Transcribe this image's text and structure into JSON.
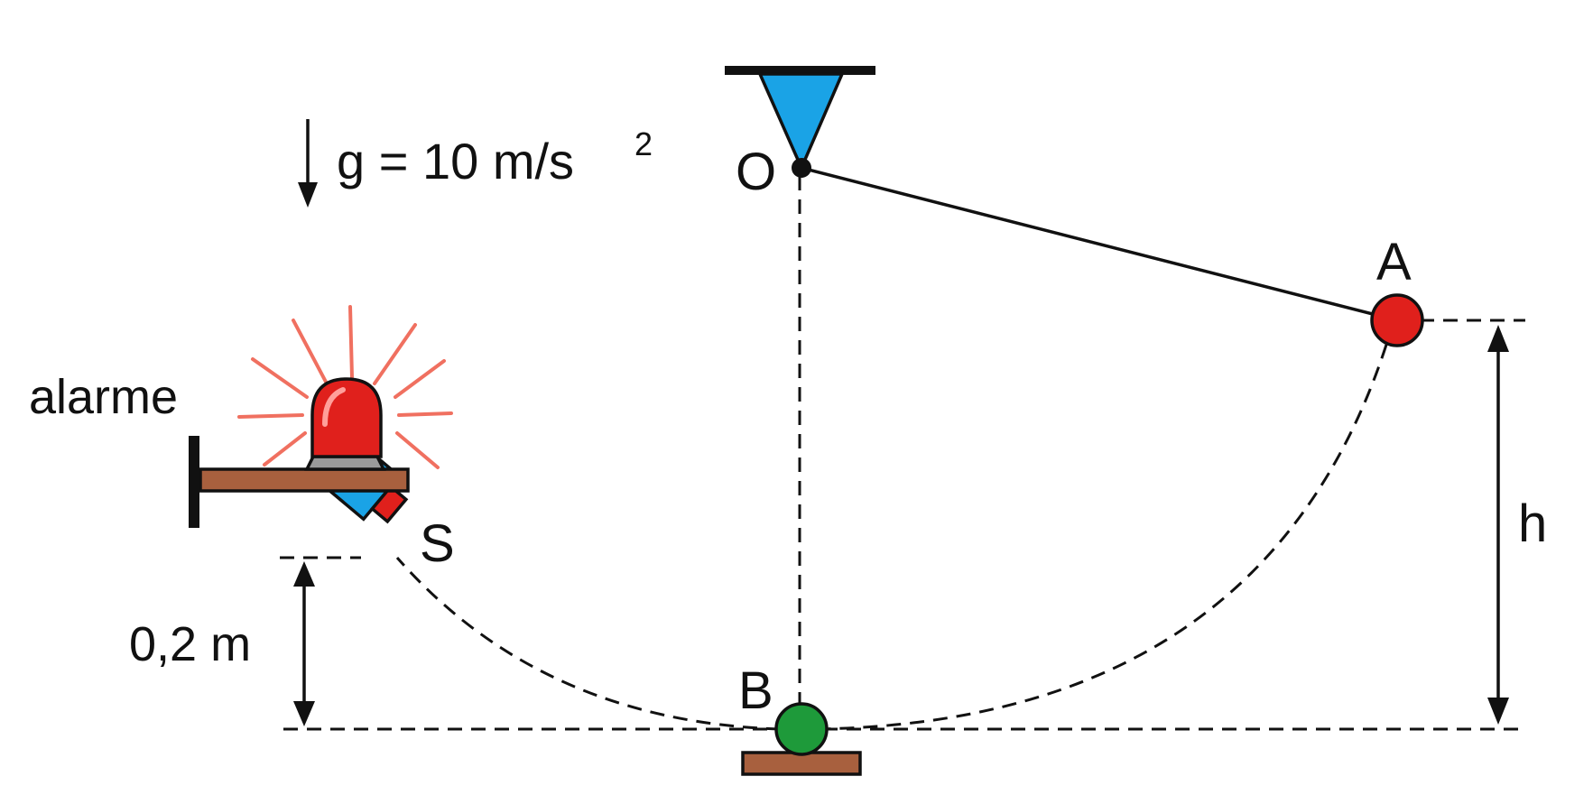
{
  "labels": {
    "gravity": "g = 10 m/s",
    "gravity_exp": "2",
    "pivot": "O",
    "point_a": "A",
    "point_b": "B",
    "sensor": "S",
    "alarm": "alarme",
    "height": "h",
    "sensor_height": "0,2 m"
  },
  "colors": {
    "pivot_support": "#1aa3e6",
    "ball_a": "#e0201c",
    "ball_b": "#1e9a3a",
    "wood": "#a8603e",
    "alarm_light": "#e0201c",
    "alarm_rays": "#f07060",
    "sensor_body": "#1aa3e6",
    "sensor_tip": "#e0201c",
    "alarm_base": "#9a9a9a"
  }
}
